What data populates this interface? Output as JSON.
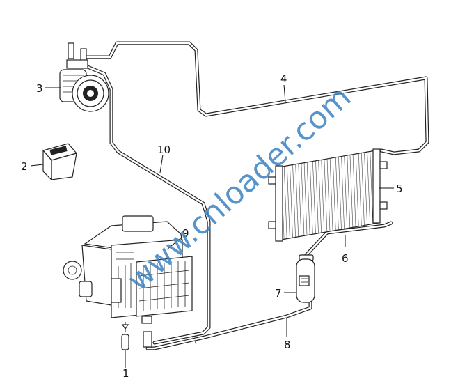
{
  "diagram": {
    "callouts": [
      "1",
      "2",
      "3",
      "4",
      "5",
      "6",
      "7",
      "8",
      "9",
      "10"
    ],
    "watermark": "www.cnloader.com"
  }
}
